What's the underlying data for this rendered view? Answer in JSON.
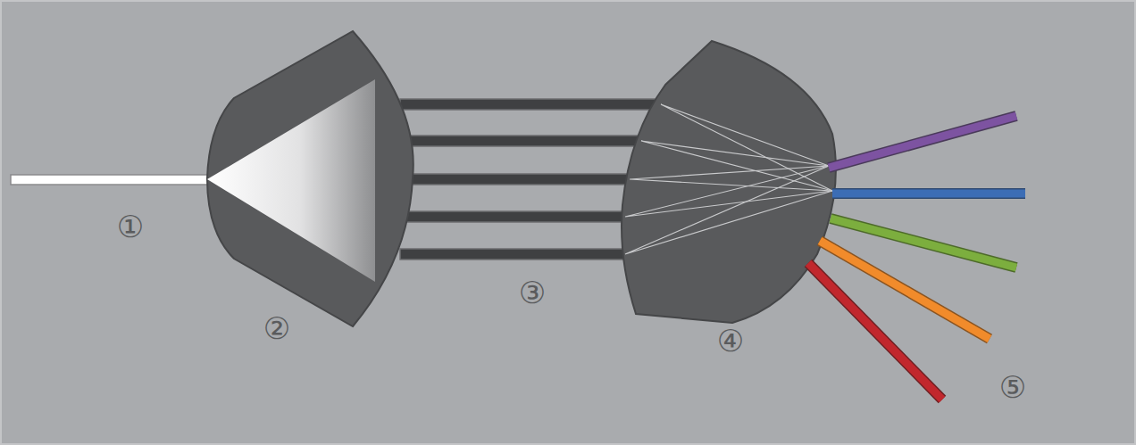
{
  "diagram": {
    "labels": [
      "①",
      "②",
      "③",
      "④",
      "⑤"
    ]
  }
}
